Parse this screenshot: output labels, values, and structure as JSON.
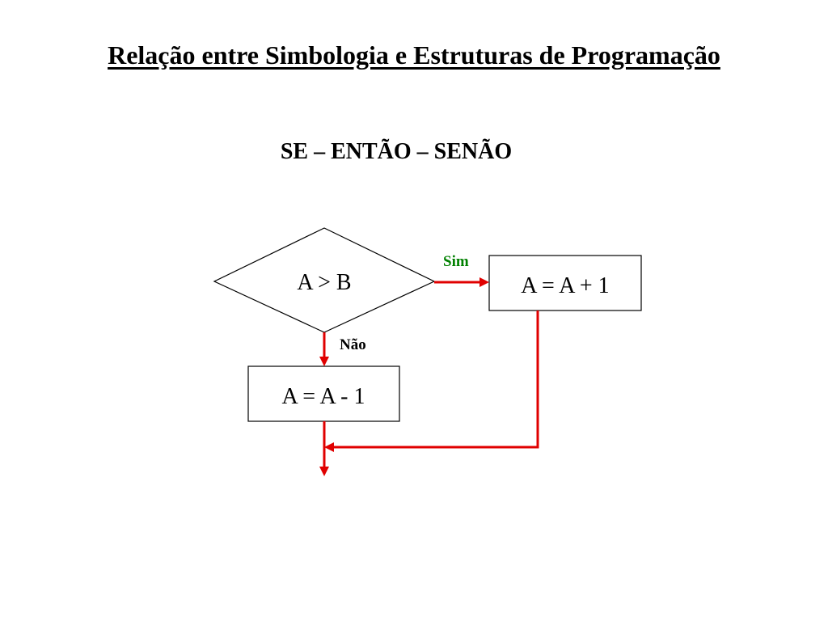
{
  "slide": {
    "title": "Relação entre Simbologia e Estruturas de Programação",
    "subtitle": "SE – ENTÃO – SENÃO"
  },
  "diagram": {
    "decision": {
      "label": "A > B"
    },
    "process_yes": {
      "label": "A = A + 1"
    },
    "process_no": {
      "label": "A = A - 1"
    },
    "edge_yes": {
      "label": "Sim",
      "color": "#008000"
    },
    "edge_no": {
      "label": "Não",
      "color": "#000000"
    },
    "line_color": "#e00000"
  }
}
